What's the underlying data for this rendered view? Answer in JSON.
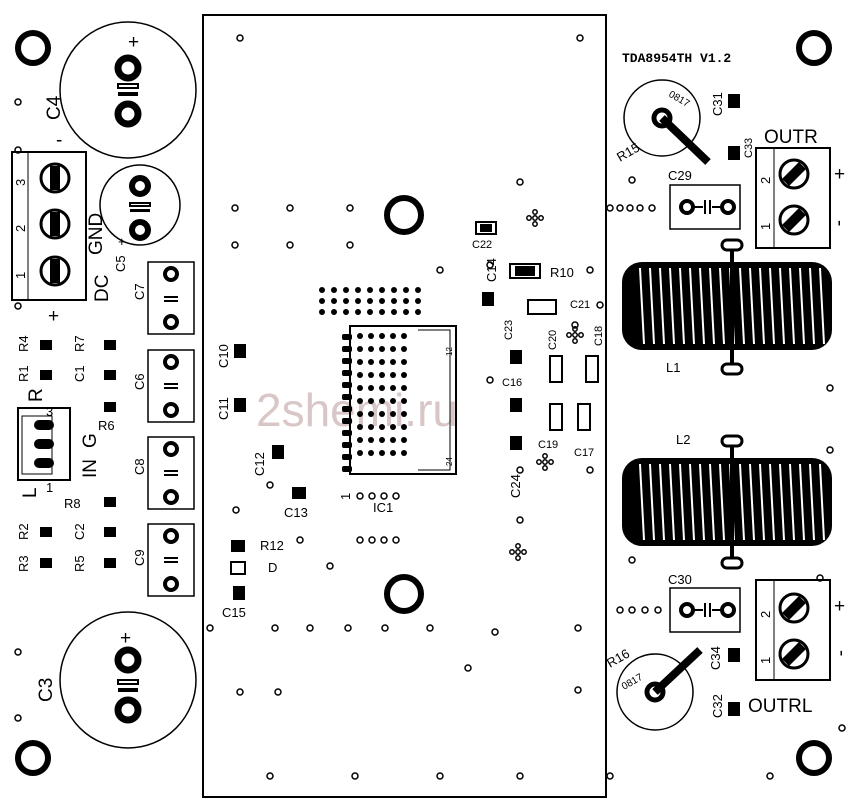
{
  "board_title": "TDA8954TH V1.2",
  "watermark": "2shemi.ru",
  "connectors": {
    "dc": {
      "label": "DC",
      "pins": [
        "3",
        "2",
        "1"
      ],
      "gnd": "GND",
      "plus": "+",
      "minus": "-"
    },
    "input": {
      "pins": [
        "3",
        "1"
      ],
      "labels": {
        "l": "L",
        "r": "R",
        "in": "IN",
        "g": "G"
      }
    },
    "outr": {
      "label": "OUTR",
      "pins": [
        "2",
        "1"
      ],
      "plus": "+",
      "minus": "-"
    },
    "outl": {
      "label": "OUTRL",
      "pins": [
        "2",
        "1"
      ],
      "plus": "+",
      "minus": "-"
    }
  },
  "components": {
    "c4": "C4",
    "c5": "C5",
    "c3": "C3",
    "c7": "C7",
    "c6": "C6",
    "c8": "C8",
    "c9": "C9",
    "r4": "R4",
    "r7": "R7",
    "r1": "R1",
    "c1": "C1",
    "r6": "R6",
    "r8": "R8",
    "r2": "R2",
    "c2": "C2",
    "r3": "R3",
    "r5": "R5",
    "c10": "C10",
    "c11": "C11",
    "c12": "C12",
    "c13": "C13",
    "r12": "R12",
    "d1": "D",
    "c15": "C15",
    "c22": "C22",
    "c14": "C14",
    "r10": "R10",
    "c21": "C21",
    "c23": "C23",
    "c20": "C20",
    "c18": "C18",
    "c16": "C16",
    "c19": "C19",
    "c17": "C17",
    "c24": "C24",
    "ic1": "IC1",
    "ic1_pin1": "1",
    "ic_pin12": "12",
    "ic_pin24": "24",
    "r15": "R15",
    "r16": "R16",
    "pot_code": "0817",
    "c31": "C31",
    "c33": "C33",
    "c29": "C29",
    "c30": "C30",
    "c34": "C34",
    "c32": "C32",
    "l1": "L1",
    "l2": "L2"
  },
  "polarity": {
    "plus": "+",
    "minus": "-"
  }
}
